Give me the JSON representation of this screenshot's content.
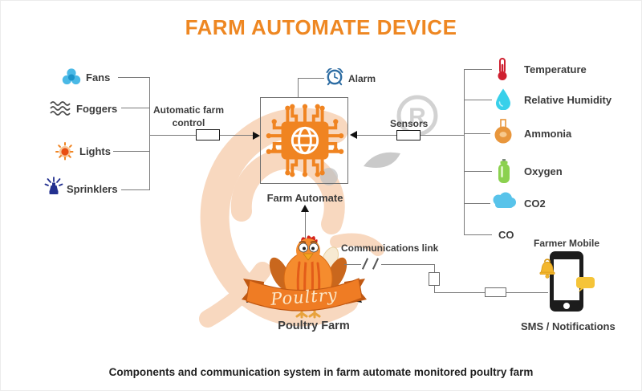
{
  "title": "FARM AUTOMATE DEVICE",
  "caption": "Components and communication system in farm automate monitored poultry farm",
  "actuators": {
    "link_label": "Automatic farm control",
    "items": [
      {
        "label": "Fans",
        "icon": "fan-icon"
      },
      {
        "label": "Foggers",
        "icon": "fogger-waves-icon"
      },
      {
        "label": "Lights",
        "icon": "light-sun-icon"
      },
      {
        "label": "Sprinklers",
        "icon": "sprinkler-icon"
      }
    ]
  },
  "sensors": {
    "link_label": "Sensors",
    "items": [
      {
        "label": "Temperature",
        "icon": "thermometer-icon"
      },
      {
        "label": "Relative Humidity",
        "icon": "droplet-icon"
      },
      {
        "label": "Ammonia",
        "icon": "flask-icon"
      },
      {
        "label": "Oxygen",
        "icon": "oxygen-tank-icon"
      },
      {
        "label": "CO2",
        "icon": "cloud-icon"
      },
      {
        "label": "CO",
        "icon": null
      }
    ]
  },
  "device": {
    "label": "Farm Automate",
    "alarm_label": "Alarm",
    "icon": "microchip-globe-icon"
  },
  "farm": {
    "banner": "Poultry",
    "label": "Poultry Farm",
    "icon": "chicken-mascot"
  },
  "comms": {
    "link_label": "Communications link"
  },
  "mobile": {
    "label": "Farmer Mobile",
    "sublabel": "SMS / Notifications",
    "icons": [
      "smartphone-icon",
      "bell-icon",
      "message-bubble-icon"
    ]
  },
  "colors": {
    "accent_orange": "#ee8722",
    "chip_orange": "#f08421",
    "line_gray": "#7a7a7a",
    "watermark_peach": "#f8d8bf",
    "label_dark": "#3b3b3b"
  }
}
